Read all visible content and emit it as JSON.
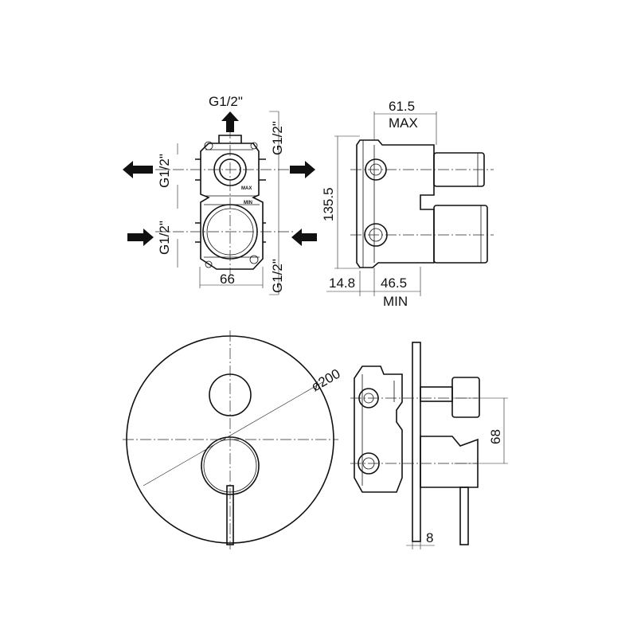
{
  "dimensions": {
    "front_top_thread": "G1/2\"",
    "front_left_upper_thread": "G1/2\"",
    "front_left_lower_thread": "G1/2\"",
    "front_right_upper_thread": "G1/2\"",
    "front_right_lower_thread": "G1/2\"",
    "front_width": "66",
    "body_max_label": "MAX",
    "body_min_label": "MIN",
    "side_depth_max": "61.5",
    "side_max_text": "MAX",
    "side_height": "135.5",
    "side_offset": "14.8",
    "side_depth_min": "46.5",
    "side_min_text": "MIN",
    "plate_diameter": "ø200",
    "handle_spacing": "68",
    "plate_thickness": "8"
  },
  "arrows": [
    {
      "name": "top-outlet-arrow",
      "direction": "up"
    },
    {
      "name": "left-upper-outlet-arrow",
      "direction": "left"
    },
    {
      "name": "right-upper-outlet-arrow",
      "direction": "right"
    },
    {
      "name": "left-lower-inlet-arrow",
      "direction": "right"
    },
    {
      "name": "right-lower-inlet-arrow",
      "direction": "left"
    }
  ]
}
